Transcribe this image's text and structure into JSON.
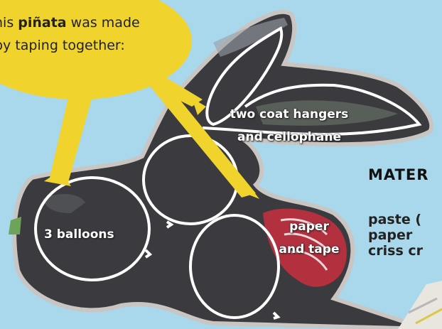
{
  "bubble": {
    "line1_prefix": "his ",
    "line1_bold": "piñata",
    "line1_suffix": " was made",
    "line2": "by taping together:"
  },
  "labels": {
    "hangers_line1": "two coat hangers",
    "hangers_line2": "and cellophane",
    "balloons": "3 balloons",
    "paper_line1": "paper",
    "paper_line2": "and tape"
  },
  "materials": {
    "title": "MATER",
    "items": [
      "paste (",
      "paper",
      "criss cr"
    ]
  },
  "colors": {
    "background": "#a9d8ec",
    "bubble": "#f0d32c",
    "pinata": "#3a3a3f",
    "outline": "#ffffff",
    "paper_patch": "#b3303f"
  }
}
